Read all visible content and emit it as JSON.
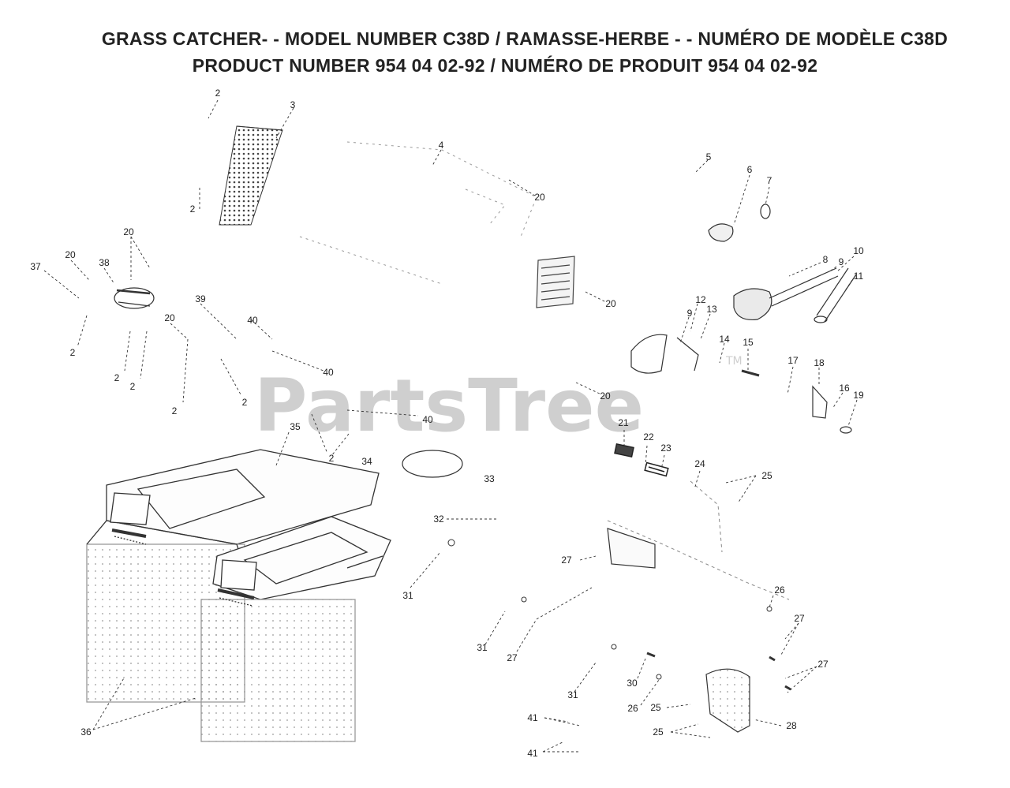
{
  "header": {
    "line1": "GRASS CATCHER- - MODEL NUMBER C38D / RAMASSE-HERBE - - NUMÉRO DE MODÈLE C38D",
    "line2": "PRODUCT NUMBER 954 04 02-92 / NUMÉRO DE PRODUIT 954 04 02-92"
  },
  "watermark": {
    "brand": "PartsTree",
    "tm": "TM"
  },
  "part_labels": [
    {
      "text": "2"
    },
    {
      "text": "3"
    },
    {
      "text": "2"
    },
    {
      "text": "4"
    },
    {
      "text": "20"
    },
    {
      "text": "5"
    },
    {
      "text": "6"
    },
    {
      "text": "7"
    },
    {
      "text": "20"
    },
    {
      "text": "37"
    },
    {
      "text": "20"
    },
    {
      "text": "38"
    },
    {
      "text": "10"
    },
    {
      "text": "8"
    },
    {
      "text": "9"
    },
    {
      "text": "11"
    },
    {
      "text": "20"
    },
    {
      "text": "39"
    },
    {
      "text": "12"
    },
    {
      "text": "13"
    },
    {
      "text": "9"
    },
    {
      "text": "40"
    },
    {
      "text": "20"
    },
    {
      "text": "2"
    },
    {
      "text": "14"
    },
    {
      "text": "15"
    },
    {
      "text": "2"
    },
    {
      "text": "2"
    },
    {
      "text": "40"
    },
    {
      "text": "17"
    },
    {
      "text": "18"
    },
    {
      "text": "16"
    },
    {
      "text": "19"
    },
    {
      "text": "20"
    },
    {
      "text": "2"
    },
    {
      "text": "2"
    },
    {
      "text": "40"
    },
    {
      "text": "21"
    },
    {
      "text": "35"
    },
    {
      "text": "22"
    },
    {
      "text": "23"
    },
    {
      "text": "2"
    },
    {
      "text": "34"
    },
    {
      "text": "24"
    },
    {
      "text": "25"
    },
    {
      "text": "33"
    },
    {
      "text": "32"
    },
    {
      "text": "27"
    },
    {
      "text": "31"
    },
    {
      "text": "26"
    },
    {
      "text": "27"
    },
    {
      "text": "31"
    },
    {
      "text": "27"
    },
    {
      "text": "27"
    },
    {
      "text": "30"
    },
    {
      "text": "31"
    },
    {
      "text": "26"
    },
    {
      "text": "25"
    },
    {
      "text": "41"
    },
    {
      "text": "28"
    },
    {
      "text": "25"
    },
    {
      "text": "36"
    },
    {
      "text": "41"
    }
  ]
}
